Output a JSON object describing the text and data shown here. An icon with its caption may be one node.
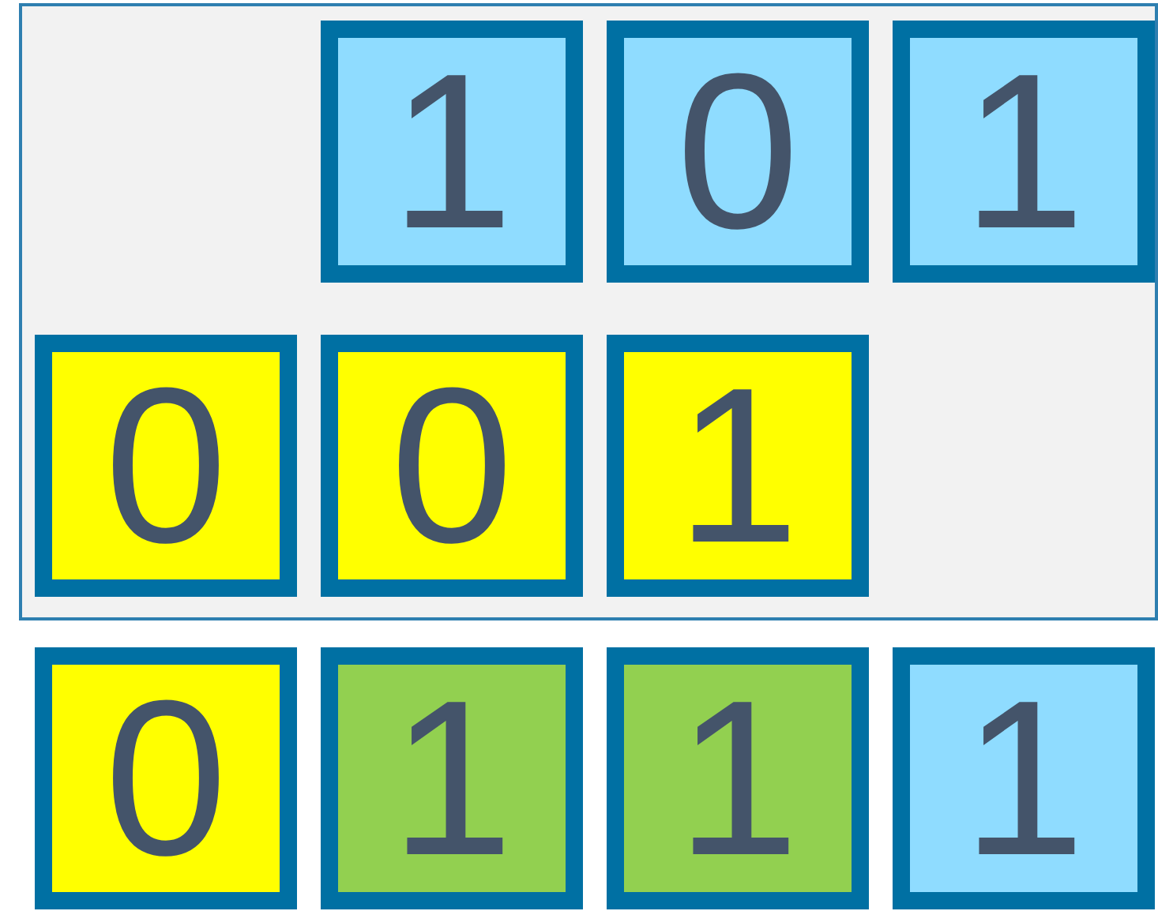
{
  "diagram": {
    "nodes": [
      {
        "text": [],
        "shape": "box"
      },
      {
        "text": [
          "1"
        ],
        "in": 0
      },
      {
        "text": [
          "0"
        ],
        "in": 0
      },
      {
        "text": [
          "1"
        ],
        "in": 0
      },
      {
        "text": [
          "0"
        ],
        "in": 0
      },
      {
        "text": [
          "0"
        ],
        "in": 0
      },
      {
        "text": [
          "1"
        ],
        "in": 0
      },
      {
        "text": [
          "0"
        ]
      },
      {
        "text": [
          "1"
        ]
      },
      {
        "text": [
          "1"
        ]
      },
      {
        "text": [
          "1"
        ]
      }
    ]
  }
}
